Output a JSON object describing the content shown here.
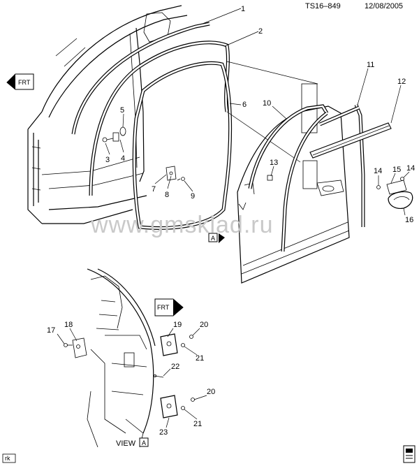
{
  "header": {
    "code": "TS16–849",
    "date": "12/08/2005"
  },
  "watermark": "www.gmsklad.ru",
  "direction": {
    "top": "FRT",
    "view_detail": "FRT"
  },
  "view_marker": "A",
  "view_caption": "VIEW",
  "corner_code": "rk",
  "labels": {
    "l1": "1",
    "l2": "2",
    "l3": "3",
    "l4": "4",
    "l5": "5",
    "l6": "6",
    "l7": "7",
    "l8": "8",
    "l9": "9",
    "l10": "10",
    "l11": "11",
    "l12": "12",
    "l13": "13",
    "l14a": "14",
    "l14b": "14",
    "l15": "15",
    "l16": "16",
    "l17": "17",
    "l18": "18",
    "l19": "19",
    "l20a": "20",
    "l20b": "20",
    "l21a": "21",
    "l21b": "21",
    "l22": "22",
    "l23": "23"
  }
}
